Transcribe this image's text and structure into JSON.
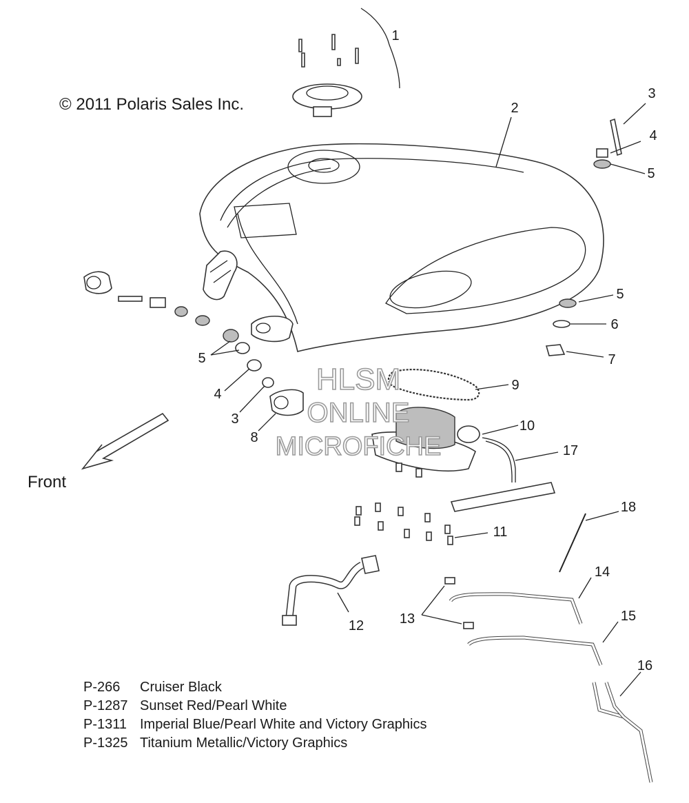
{
  "copyright": "© 2011 Polaris Sales Inc.",
  "front_label": "Front",
  "watermark": [
    "HLSM",
    "ONLINE",
    "MICROFICHE"
  ],
  "callouts": [
    "1",
    "2",
    "3",
    "4",
    "5",
    "5",
    "6",
    "7",
    "9",
    "10",
    "17",
    "18",
    "11",
    "14",
    "15",
    "16",
    "13",
    "12",
    "5",
    "4",
    "3",
    "8"
  ],
  "legend": [
    {
      "code": "P-266",
      "desc": "Cruiser Black"
    },
    {
      "code": "P-1287",
      "desc": "Sunset Red/Pearl White"
    },
    {
      "code": "P-1311",
      "desc": "Imperial Blue/Pearl White and Victory Graphics"
    },
    {
      "code": "P-1325",
      "desc": "Titanium Metallic/Victory Graphics"
    }
  ],
  "colors": {
    "line": "#222222",
    "watermark_outline": "#9a9a9a",
    "background": "#ffffff"
  }
}
